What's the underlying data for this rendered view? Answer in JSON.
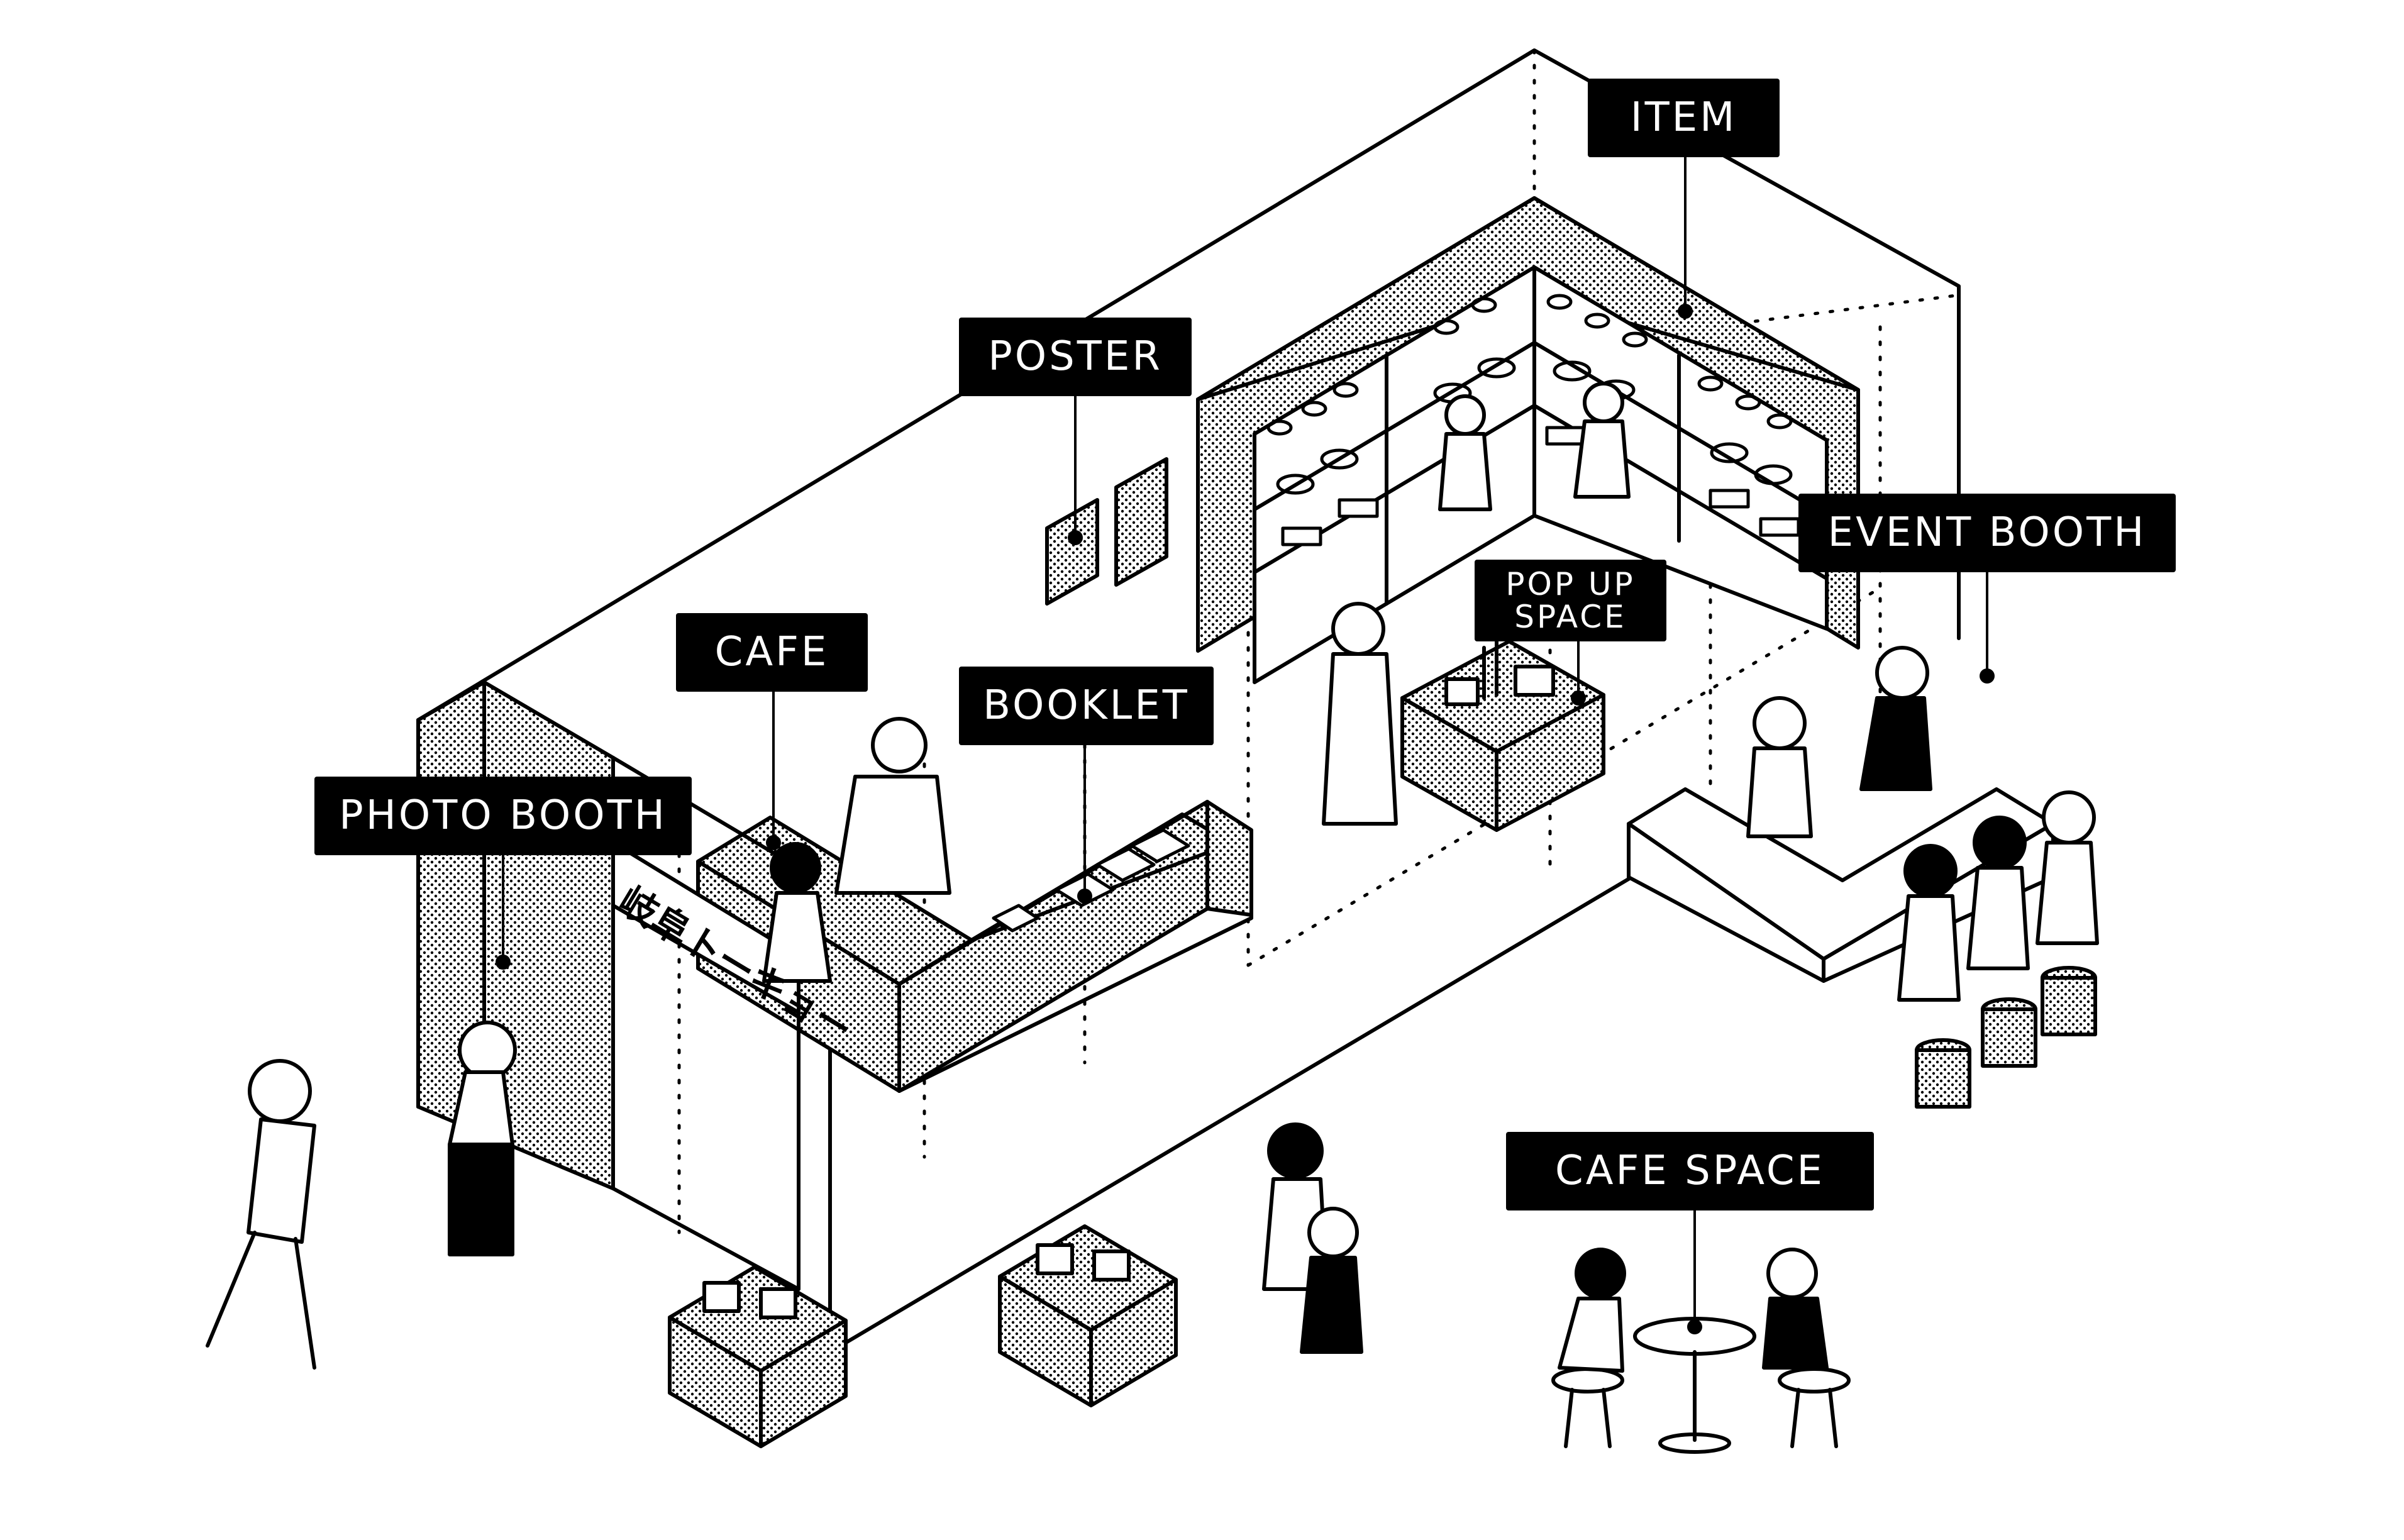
{
  "labels": {
    "item": "ITEM",
    "poster": "POSTER",
    "event_booth": "EVENT BOOTH",
    "pop_up_line1": "POP UP",
    "pop_up_line2": "SPACE",
    "cafe": "CAFE",
    "booklet": "BOOKLET",
    "photo_booth": "PHOTO BOOTH",
    "cafe_space": "CAFE SPACE"
  },
  "sign": {
    "text": "岐阜トーキョー"
  },
  "colors": {
    "ink": "#000000",
    "paper": "#ffffff",
    "label_bg": "#000000",
    "label_text": "#ffffff"
  }
}
